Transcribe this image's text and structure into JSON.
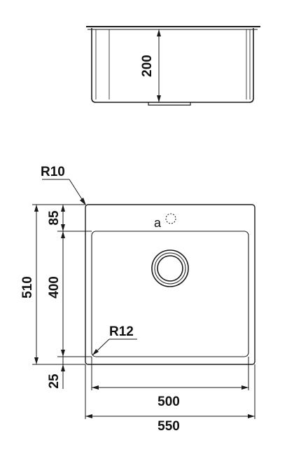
{
  "side_view": {
    "height_label": "200"
  },
  "top_view": {
    "outer_radius_label": "R10",
    "inner_radius_label": "R12",
    "tap_hole_label": "a"
  },
  "dimensions": {
    "top_rim_label": "85",
    "bowl_height_label": "400",
    "overall_height_label": "510",
    "bottom_rim_label": "25",
    "bowl_width_label": "500",
    "overall_width_label": "550"
  },
  "icons": [
    "drain-icon",
    "tap-hole-icon"
  ]
}
